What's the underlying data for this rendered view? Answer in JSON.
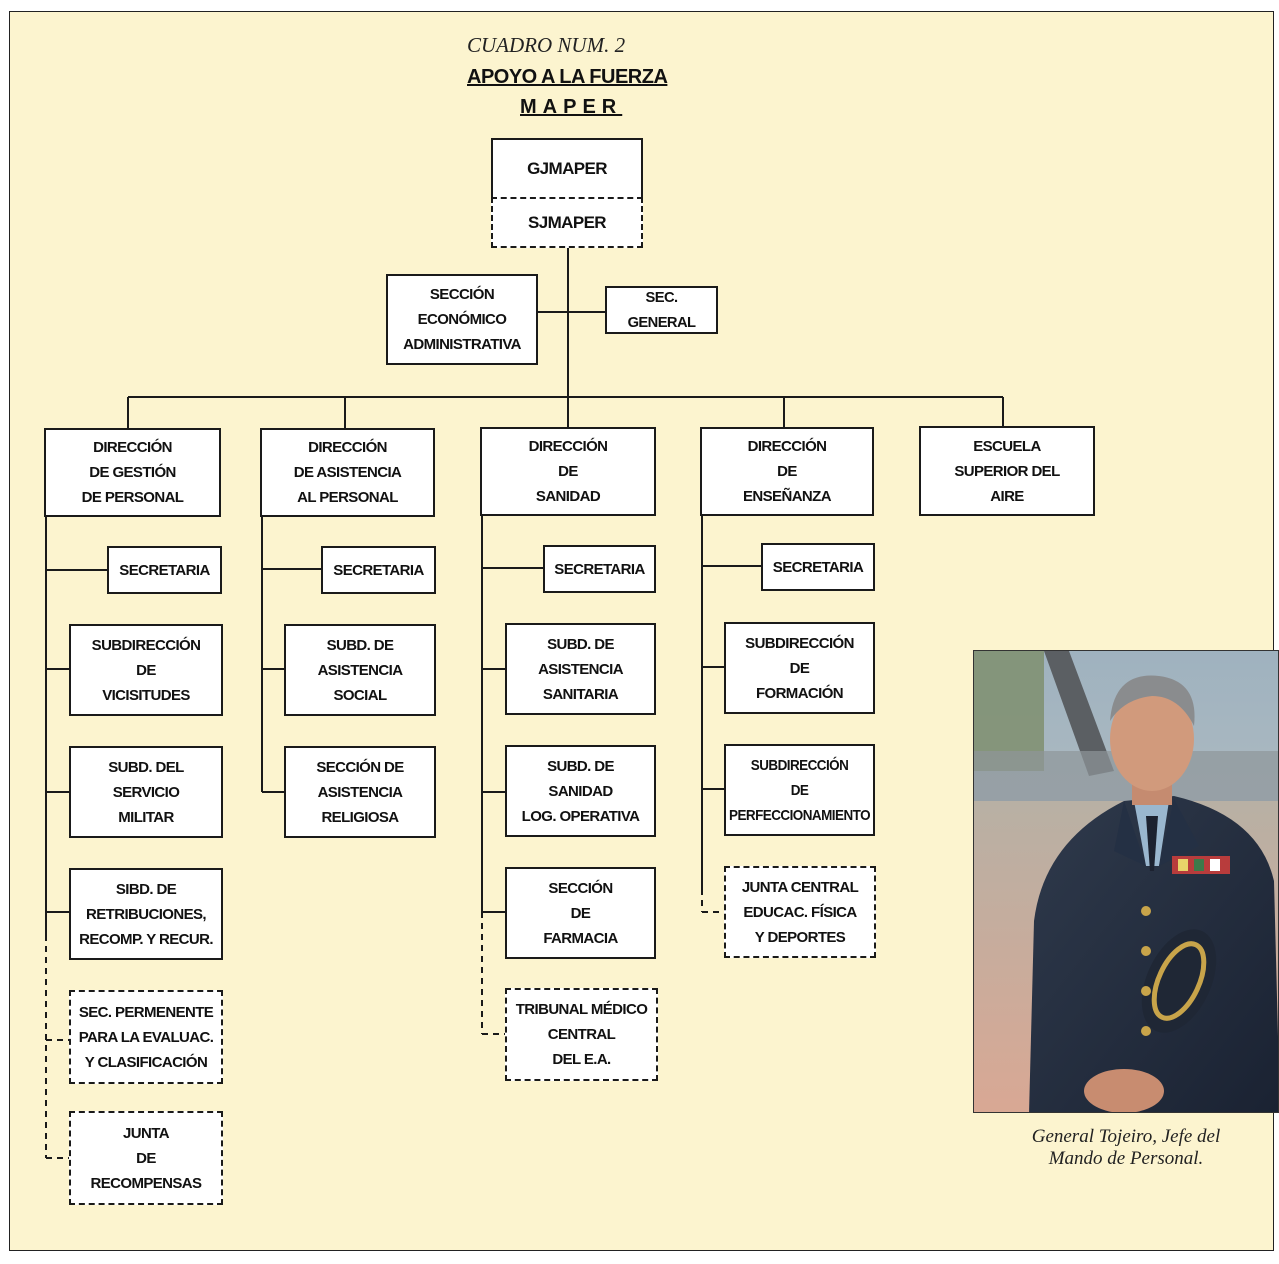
{
  "header": {
    "chart_number": "CUADRO NUM. 2",
    "title": "APOYO A LA FUERZA",
    "subtitle": "MAPER"
  },
  "top": {
    "gjmaper": "GJMAPER",
    "sjmaper": "SJMAPER",
    "seccion_economico": "SECCIÓN\nECONÓMICO\nADMINISTRATIVA",
    "sec_general": "SEC. GENERAL"
  },
  "directions": {
    "gestion": "DIRECCIÓN\nDE GESTIÓN\nDE PERSONAL",
    "asistencia": "DIRECCIÓN\nDE ASISTENCIA\nAL PERSONAL",
    "sanidad": "DIRECCIÓN\nDE\nSANIDAD",
    "ensenanza": "DIRECCIÓN\nDE\nENSEÑANZA",
    "escuela": "ESCUELA\nSUPERIOR DEL\nAIRE"
  },
  "gestion_units": {
    "secretaria": "SECRETARIA",
    "vicisitudes": "SUBDIRECCIÓN\nDE\nVICISITUDES",
    "servicio": "SUBD. DEL\nSERVICIO\nMILITAR",
    "retribuciones": "SIBD. DE\nRETRIBUCIONES,\nRECOMP. Y RECUR.",
    "evaluac": "SEC. PERMENENTE\nPARA LA EVALUAC.\nY CLASIFICACIÓN",
    "recompensas": "JUNTA\nDE\nRECOMPENSAS"
  },
  "asistencia_units": {
    "secretaria": "SECRETARIA",
    "social": "SUBD. DE\nASISTENCIA\nSOCIAL",
    "religiosa": "SECCIÓN DE\nASISTENCIA\nRELIGIOSA"
  },
  "sanidad_units": {
    "secretaria": "SECRETARIA",
    "sanitaria": "SUBD. DE\nASISTENCIA\nSANITARIA",
    "logistica": "SUBD. DE\nSANIDAD\nLOG. OPERATIVA",
    "farmacia": "SECCIÓN\nDE\nFARMACIA",
    "tribunal": "TRIBUNAL MÉDICO\nCENTRAL\nDEL E.A."
  },
  "ensenanza_units": {
    "secretaria": "SECRETARIA",
    "formacion": "SUBDIRECCIÓN\nDE\nFORMACIÓN",
    "perfeccionamiento": "SUBDIRECCIÓN\nDE\nPERFECCIONAMIENTO",
    "junta_deportes": "JUNTA CENTRAL\nEDUCAC. FÍSICA\nY DEPORTES"
  },
  "photo": {
    "caption": "General Tojeiro, Jefe del\nMando de Personal."
  }
}
